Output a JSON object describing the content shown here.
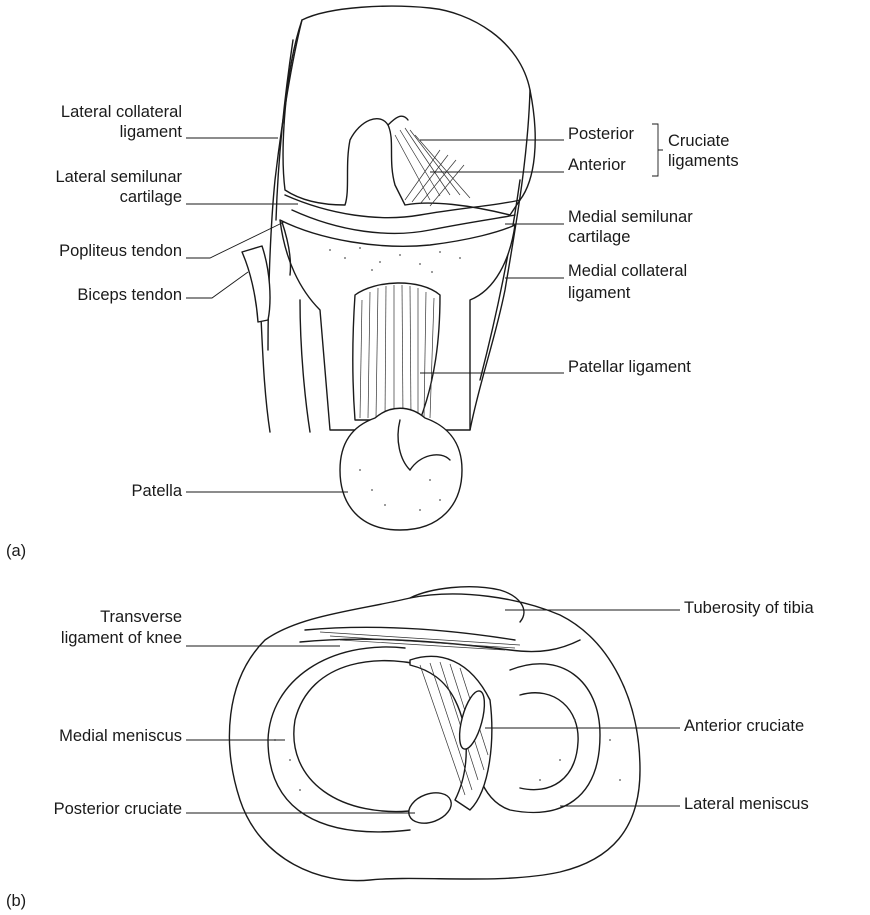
{
  "panel_a": {
    "tag": "(a)",
    "labels": {
      "lateral_collateral_ligament": [
        "Lateral collateral",
        "ligament"
      ],
      "lateral_semilunar_cartilage": [
        "Lateral semilunar",
        "cartilage"
      ],
      "popliteus_tendon": "Popliteus tendon",
      "biceps_tendon": "Biceps tendon",
      "patella": "Patella",
      "posterior": "Posterior",
      "anterior": "Anterior",
      "cruciate_ligaments": [
        "Cruciate",
        "ligaments"
      ],
      "medial_semilunar_cartilage": [
        "Medial semilunar",
        "cartilage"
      ],
      "medial_collateral_ligament": [
        "Medial collateral",
        "ligament"
      ],
      "patellar_ligament": "Patellar ligament"
    }
  },
  "panel_b": {
    "tag": "(b)",
    "labels": {
      "transverse_ligament": [
        "Transverse",
        "ligament of knee"
      ],
      "medial_meniscus": "Medial meniscus",
      "posterior_cruciate": "Posterior cruciate",
      "tuberosity_of_tibia": "Tuberosity of tibia",
      "anterior_cruciate": "Anterior cruciate",
      "lateral_meniscus": "Lateral meniscus"
    }
  }
}
